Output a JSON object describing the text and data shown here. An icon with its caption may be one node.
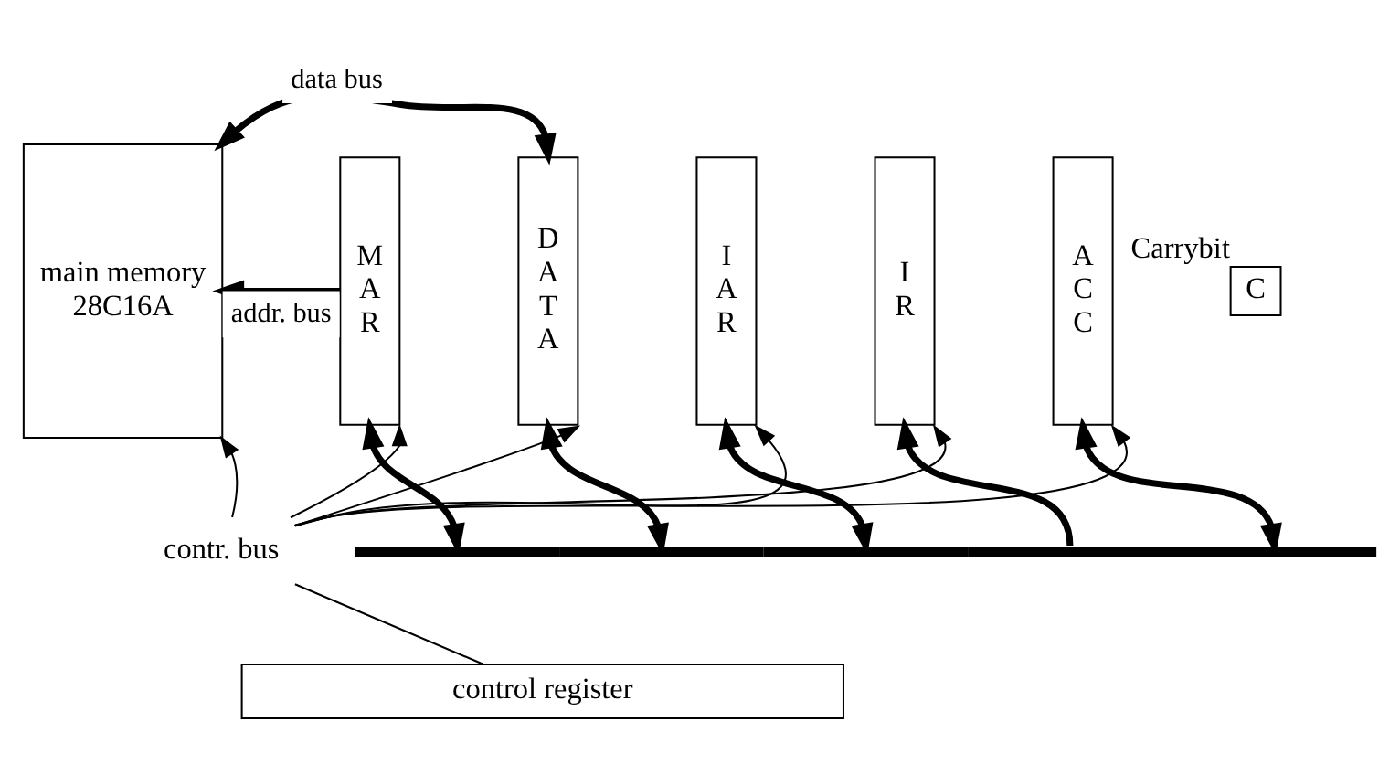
{
  "diagram": {
    "nodes": [
      {
        "text": [
          "main memory",
          "28C16A"
        ]
      },
      {
        "text": [
          "M A R"
        ]
      },
      {
        "text": [
          "D A T A"
        ]
      },
      {
        "text": [
          "I A R"
        ]
      },
      {
        "text": [
          "I R"
        ]
      },
      {
        "text": [
          "A C C"
        ]
      },
      {
        "text": [
          "C"
        ],
        "beside": [
          "Carrybit"
        ]
      },
      {
        "text": [],
        "shape": "bar"
      },
      {
        "text": [
          "contr. bus"
        ]
      },
      {
        "text": [
          "control register"
        ]
      }
    ],
    "edges": [
      {
        "from": 2,
        "to": 0,
        "arrow": "both",
        "label": "data bus",
        "style": "thick"
      },
      {
        "from": 1,
        "to": 0,
        "arrow": "to",
        "label": "addr. bus",
        "style": "thick"
      },
      {
        "from": 7,
        "to": 1,
        "arrow": "both",
        "style": "thick"
      },
      {
        "from": 7,
        "to": 2,
        "arrow": "both",
        "style": "thick"
      },
      {
        "from": 7,
        "to": 3,
        "arrow": "both",
        "style": "thick"
      },
      {
        "from": 7,
        "to": 4,
        "arrow": "to",
        "style": "thick"
      },
      {
        "from": 7,
        "to": 5,
        "arrow": "both",
        "style": "thick"
      },
      {
        "from": 8,
        "to": 0,
        "arrow": "to"
      },
      {
        "from": 8,
        "to": 1,
        "arrow": "to"
      },
      {
        "from": 8,
        "to": 2,
        "arrow": "to"
      },
      {
        "from": 8,
        "to": 3,
        "arrow": "to"
      },
      {
        "from": 8,
        "to": 4,
        "arrow": "to"
      },
      {
        "from": 8,
        "to": 5,
        "arrow": "to"
      },
      {
        "from": 9,
        "to": 8,
        "arrow": "none"
      }
    ]
  }
}
